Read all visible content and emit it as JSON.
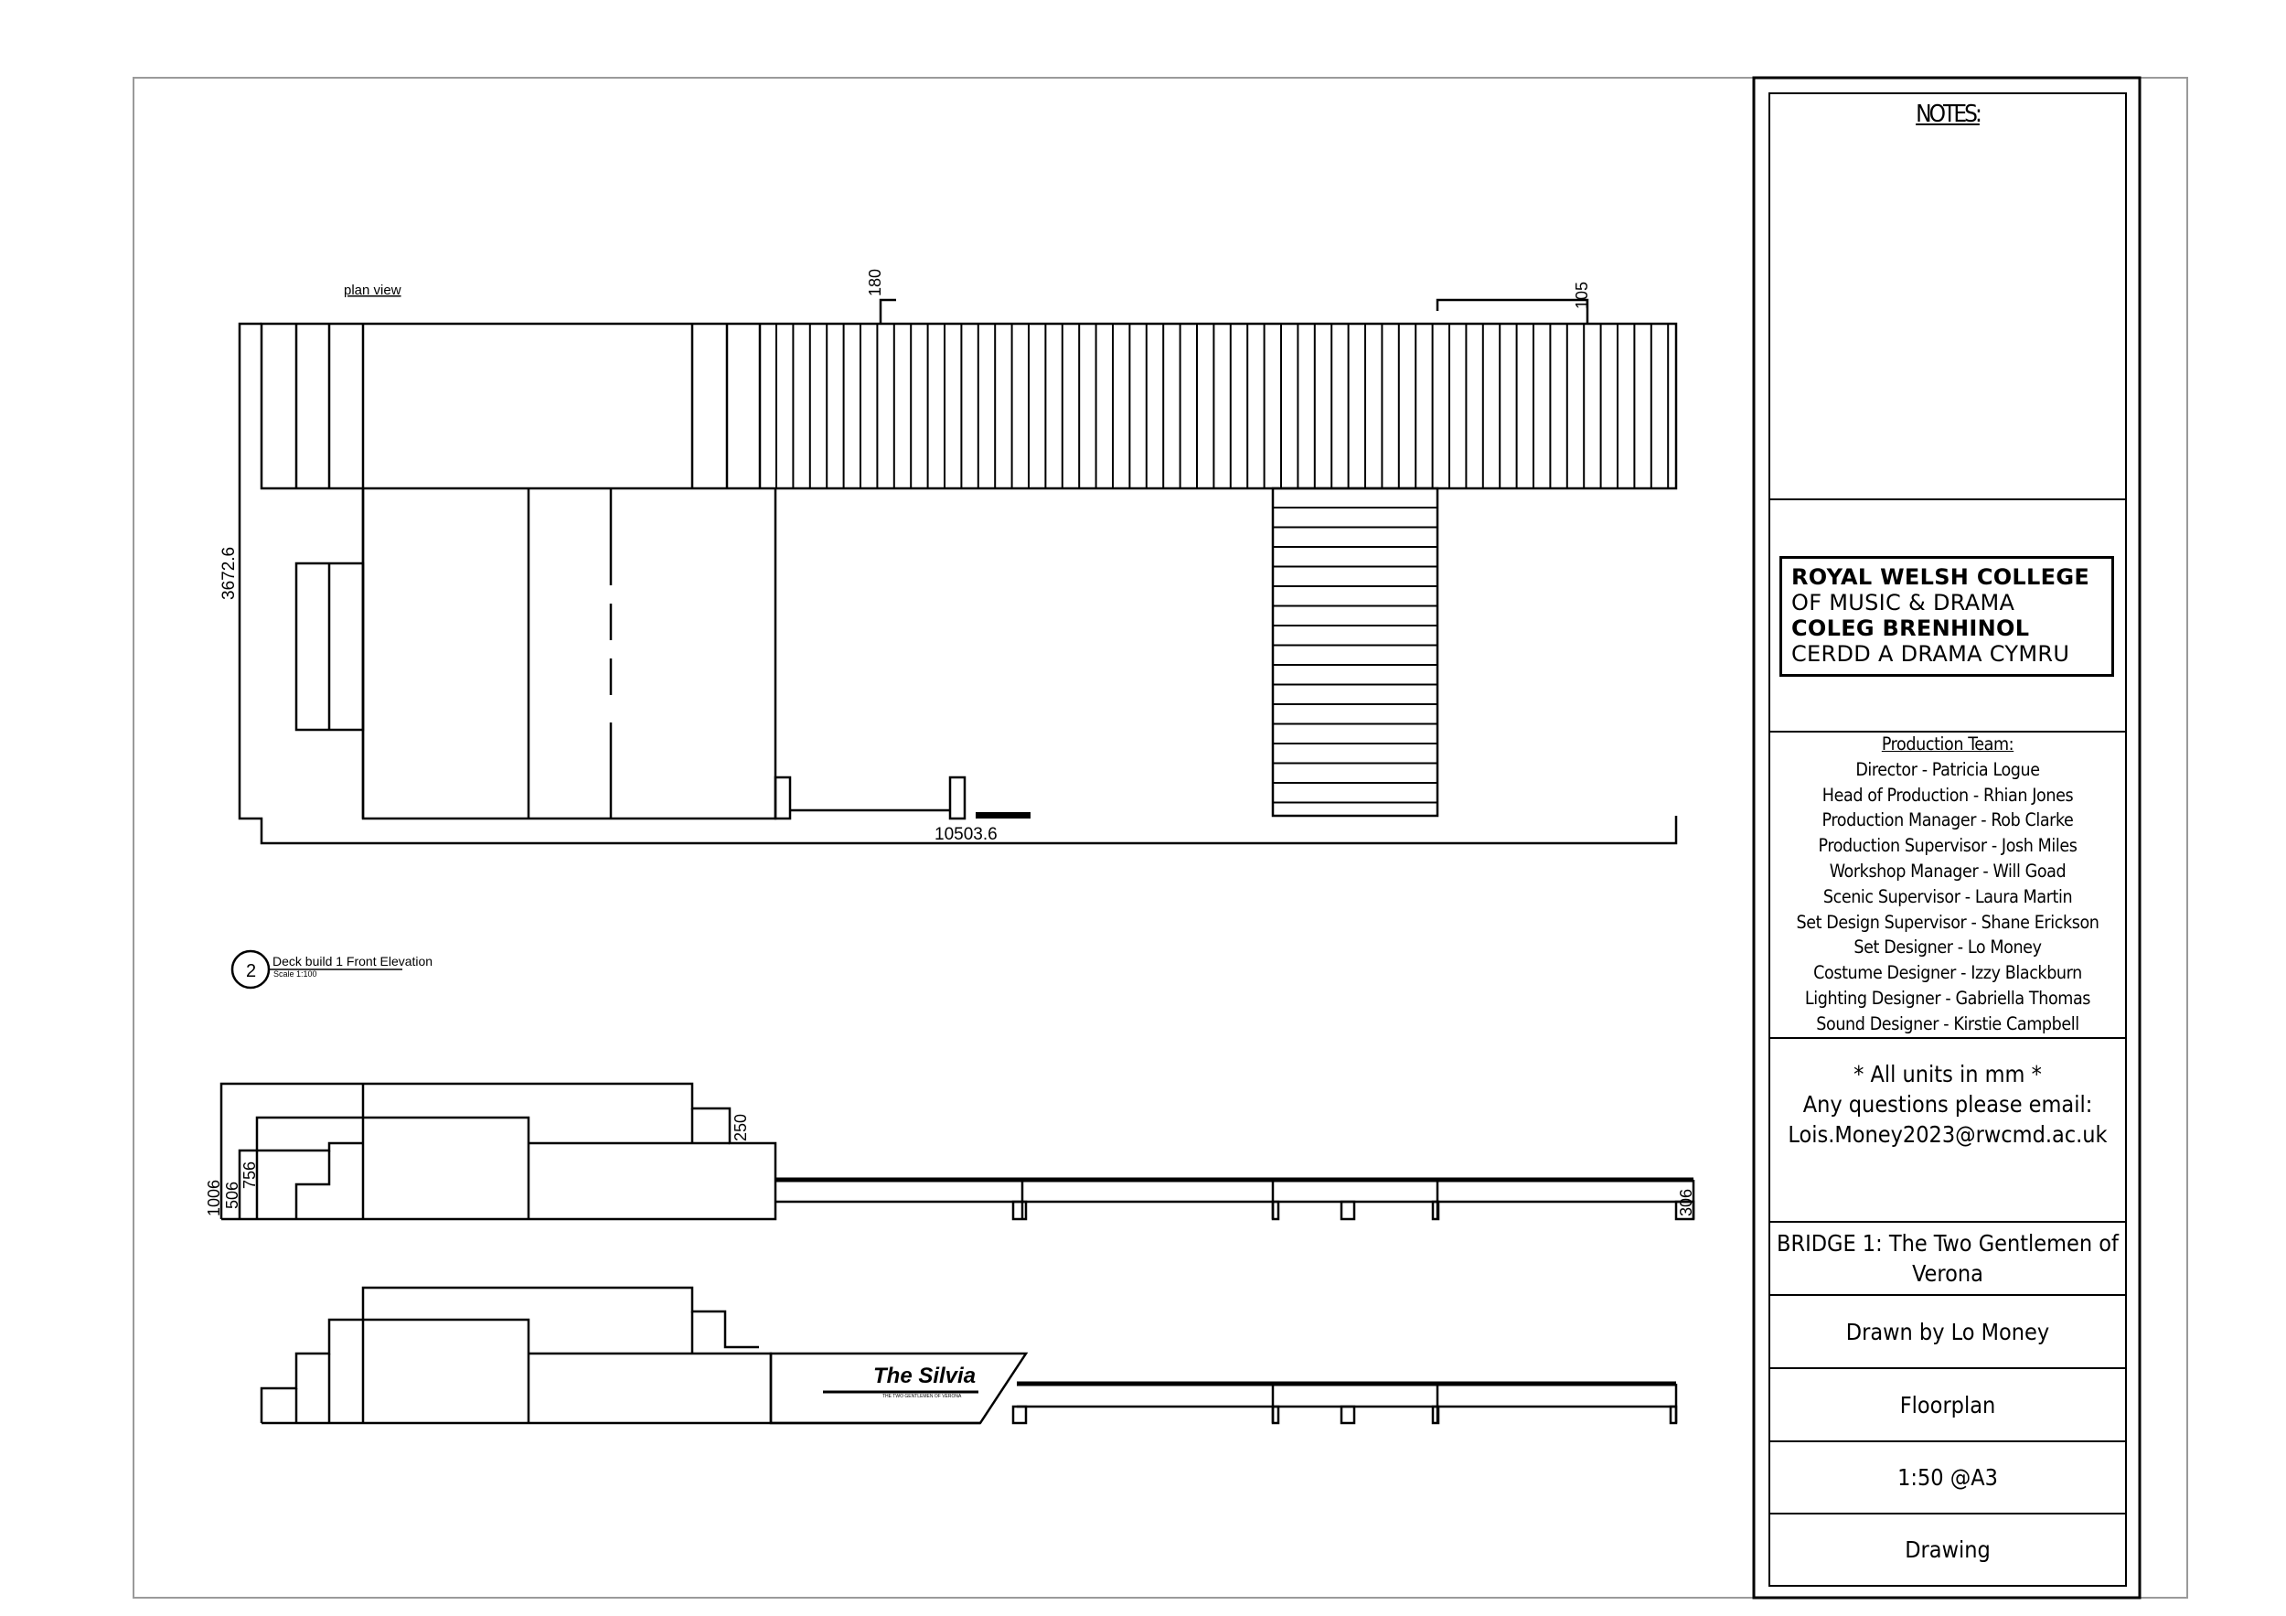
{
  "drawing": {
    "plan_view_label": "plan view",
    "dimensions": {
      "top_left": "180",
      "top_right": "105",
      "height": "3672.6",
      "width": "10503.6",
      "side_1006": "1006",
      "side_506": "506",
      "side_756": "756",
      "side_250": "250",
      "side_306": "306"
    },
    "view_callout": {
      "number": "2",
      "title": "Deck build 1 Front Elevation",
      "scale": "Scale 1:100"
    },
    "sign_text": "The Silvia",
    "sign_subtext": "THE TWO GENTLEMEN OF VERONA"
  },
  "title_block": {
    "notes_title": "NOTES:",
    "logo": {
      "line1": "ROYAL WELSH COLLEGE",
      "line2": "OF MUSIC & DRAMA",
      "line3": "COLEG BRENHINOL",
      "line4": "CERDD A DRAMA CYMRU"
    },
    "team_title": "Production Team:",
    "team": [
      "Director - Patricia Logue",
      "Head of Production - Rhian Jones",
      "Production Manager - Rob Clarke",
      "Production Supervisor - Josh Miles",
      "Workshop Manager - Will Goad",
      "Scenic Supervisor - Laura Martin",
      "Set Design Supervisor - Shane Erickson",
      "Set Designer - Lo Money",
      "Costume Designer - Izzy Blackburn",
      "Lighting Designer - Gabriella Thomas",
      "Sound Designer - Kirstie Campbell"
    ],
    "units_line1": "* All units in mm *",
    "units_line2": "Any questions please email:",
    "units_line3": "Lois.Money2023@rwcmd.ac.uk",
    "project_title": "BRIDGE 1: The Two Gentlemen of Verona",
    "drawn_by": "Drawn by Lo Money",
    "drawing_type": "Floorplan",
    "scale": "1:50 @A3",
    "drawing_label": "Drawing"
  }
}
